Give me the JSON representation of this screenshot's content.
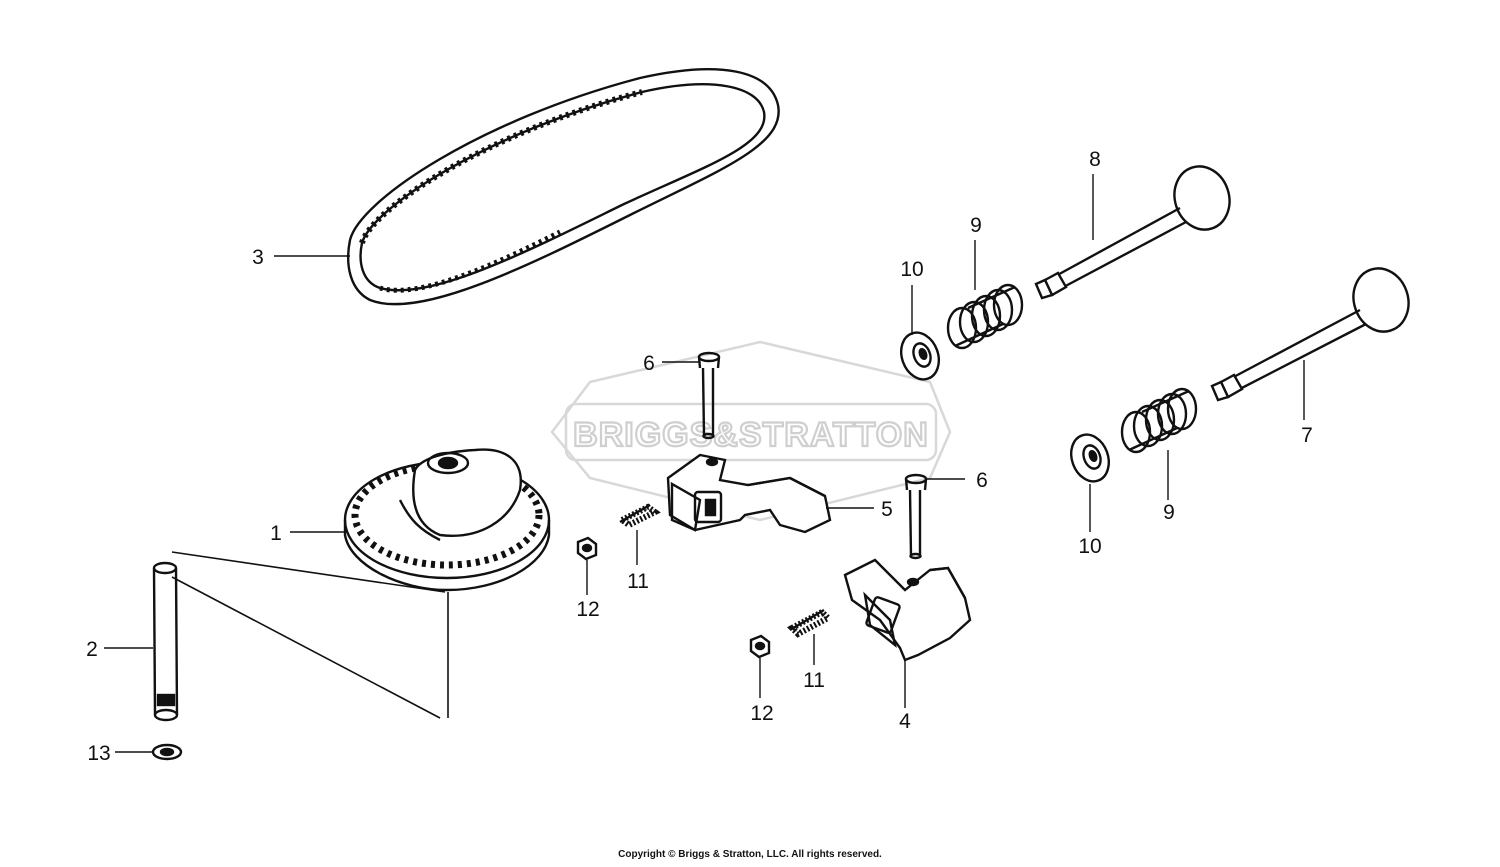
{
  "watermark": {
    "brand_text": "BRIGGS&STRATTON"
  },
  "callouts": {
    "c1": "1",
    "c2": "2",
    "c3": "3",
    "c4": "4",
    "c5": "5",
    "c6a": "6",
    "c6b": "6",
    "c7": "7",
    "c8": "8",
    "c9a": "9",
    "c9b": "9",
    "c10a": "10",
    "c10b": "10",
    "c11a": "11",
    "c11b": "11",
    "c12a": "12",
    "c12b": "12",
    "c13": "13"
  },
  "footer": {
    "copyright": "Copyright © Briggs & Stratton, LLC. All rights reserved."
  },
  "colors": {
    "line": "#111111",
    "watermark": "#cfcfcf",
    "background": "#ffffff"
  }
}
